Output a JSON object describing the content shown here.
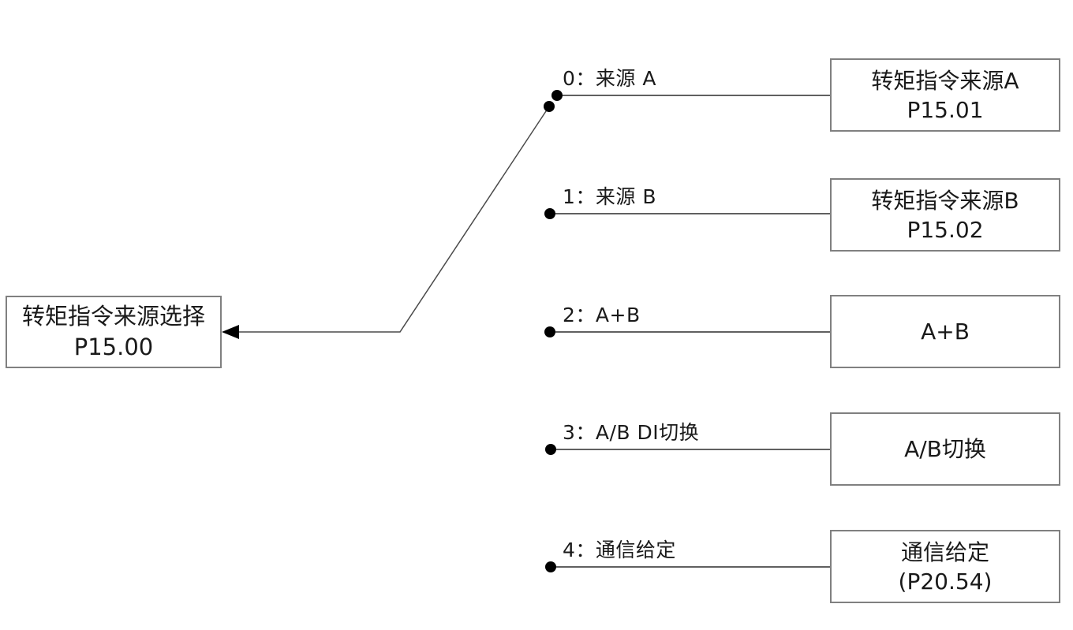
{
  "selector_box": {
    "line1": "转矩指令来源选择",
    "line2": "P15.00"
  },
  "options": [
    {
      "label": "0：来源 A",
      "box_line1": "转矩指令来源A",
      "box_line2": "P15.01"
    },
    {
      "label": "1：来源 B",
      "box_line1": "转矩指令来源B",
      "box_line2": "P15.02"
    },
    {
      "label": "2：A+B",
      "box_line1": "A+B"
    },
    {
      "label": "3：A/B DI切换",
      "box_line1": "A/B切换"
    },
    {
      "label": "4：通信给定",
      "box_line1": "通信给定",
      "box_line2": "(P20.54)"
    }
  ],
  "colors": {
    "connector": "#4a4a4a",
    "box_border": "#808080",
    "text": "#1a1a1a",
    "dot": "#000000"
  }
}
